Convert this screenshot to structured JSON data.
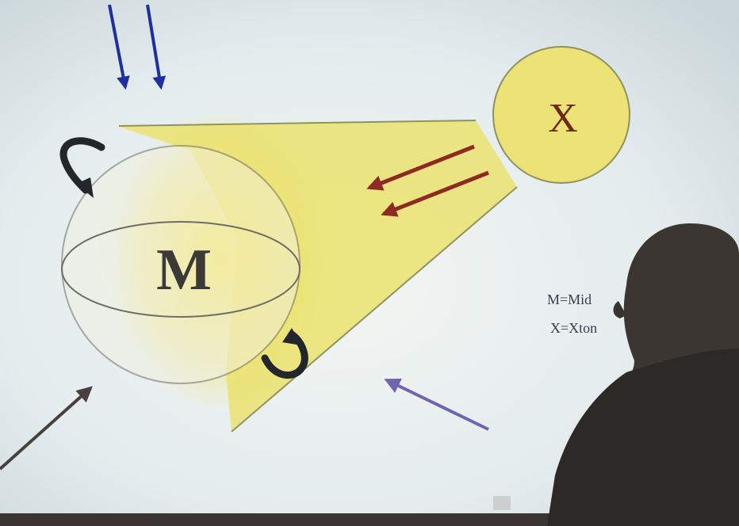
{
  "diagram": {
    "sphere_label": "M",
    "circle_label": "X",
    "legend": [
      "M=Mid",
      "X=Xton"
    ]
  },
  "colors": {
    "screen": "#e6edf0",
    "beam": "#eae36e",
    "circle_fill": "#ece275",
    "dark_red_arrow": "#8e2a22",
    "blue_arrow": "#1f2f9c",
    "purple_arrow": "#7063b0",
    "gray_arrow": "#4a3f3f"
  }
}
